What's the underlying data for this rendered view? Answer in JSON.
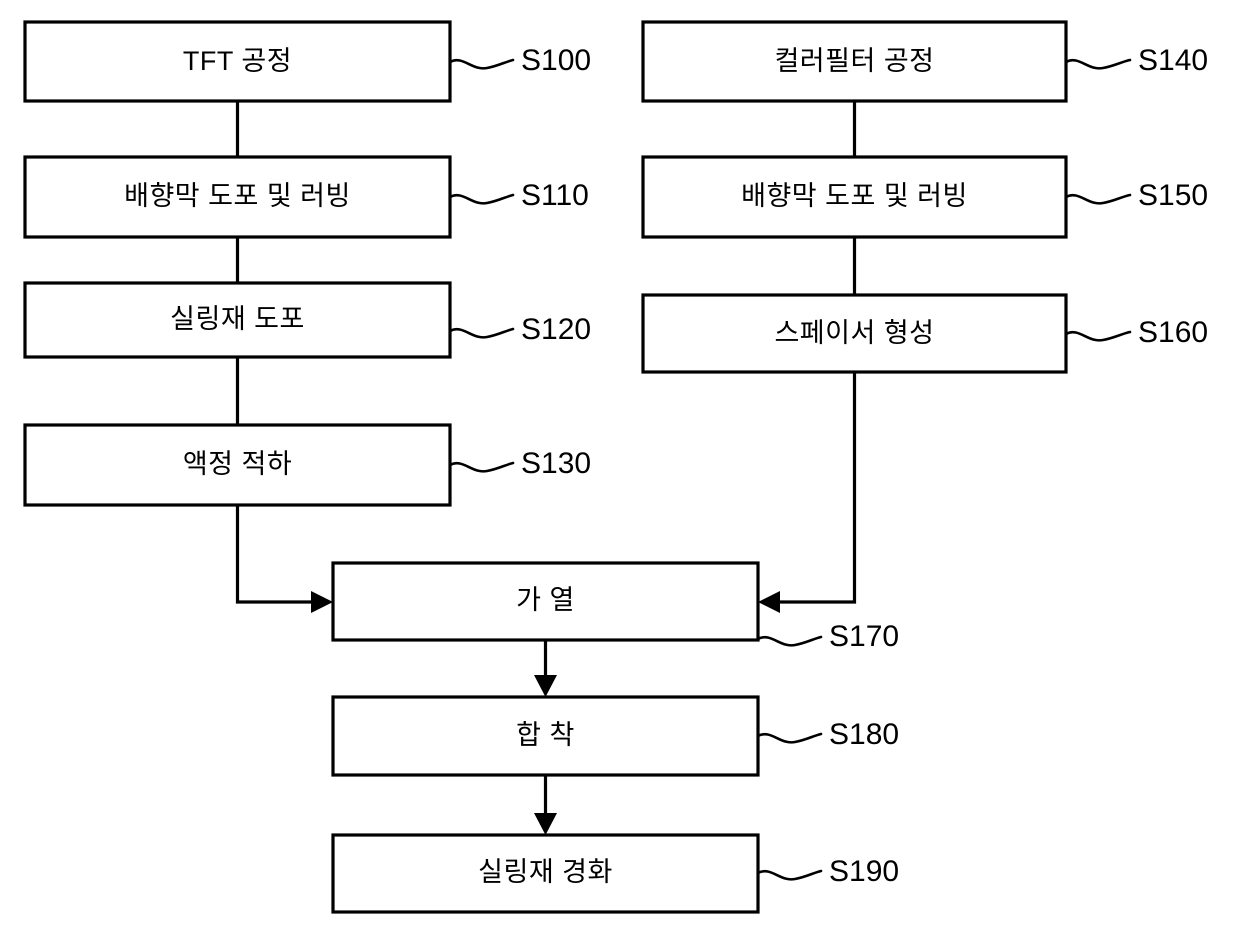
{
  "figure": {
    "title": "LCD panel manufacturing process flowchart",
    "background_color": "#ffffff",
    "line_color": "#000000",
    "box_fill": "#ffffff"
  },
  "nodes": {
    "s100": {
      "label": "TFT 공정",
      "ref": "S100"
    },
    "s110": {
      "label": "배향막 도포 및 러빙",
      "ref": "S110"
    },
    "s120": {
      "label": "실링재 도포",
      "ref": "S120"
    },
    "s130": {
      "label": "액정 적하",
      "ref": "S130"
    },
    "s140": {
      "label": "컬러필터 공정",
      "ref": "S140"
    },
    "s150": {
      "label": "배향막 도포 및 러빙",
      "ref": "S150"
    },
    "s160": {
      "label": "스페이서 형성",
      "ref": "S160"
    },
    "s170": {
      "label": "가 열",
      "ref": "S170"
    },
    "s180": {
      "label": "합 착",
      "ref": "S180"
    },
    "s190": {
      "label": "실링재 경화",
      "ref": "S190"
    }
  },
  "branches": {
    "left_column": [
      "TFT 공정",
      "배향막 도포 및 러빙",
      "실링재 도포",
      "액정 적하"
    ],
    "right_column": [
      "컬러필터 공정",
      "배향막 도포 및 러빙",
      "스페이서 형성"
    ],
    "merged_column": [
      "가 열",
      "합 착",
      "실링재 경화"
    ]
  },
  "reference_numerals": [
    "S100",
    "S110",
    "S120",
    "S130",
    "S140",
    "S150",
    "S160",
    "S170",
    "S180",
    "S190"
  ]
}
